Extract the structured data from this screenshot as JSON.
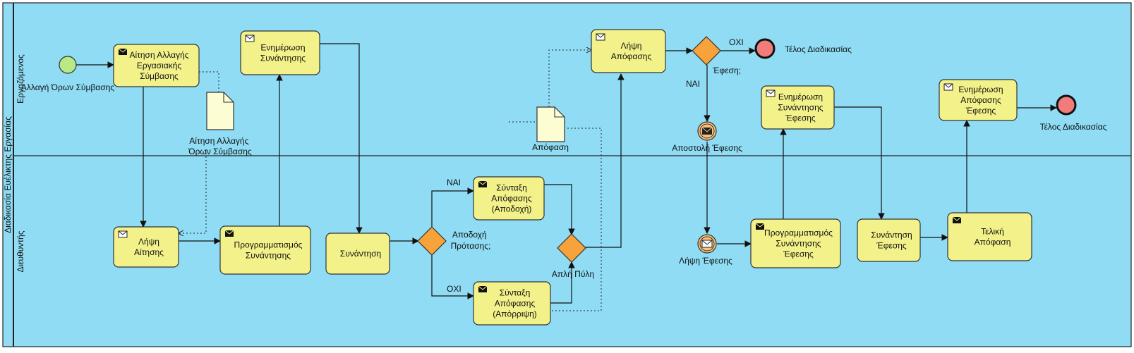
{
  "pool": {
    "name": "Διαδικασία Ευέλικτης Εργασίας",
    "lanes": {
      "employee": "Εργαζόμενος",
      "manager": "Διευθυντής"
    }
  },
  "events": {
    "start": "Αλλαγή Όρων Σύμβασης",
    "end_top": "Τέλος Διαδικασίας",
    "end_right": "Τέλος Διαδικασίας",
    "send_appeal": "Αποστολή Έφεσης",
    "receive_appeal": "Λήψη Έφεσης"
  },
  "tasks": {
    "request_change": [
      "Αίτηση Αλλαγής",
      "Εργασιακής",
      "Σύμβασης"
    ],
    "inform_meeting": [
      "Ενημέρωση",
      "Συνάντησης"
    ],
    "receive_decision": [
      "Λήψη",
      "Απόφασης"
    ],
    "inform_appeal_meeting": [
      "Ενημέρωση",
      "Συνάντησης",
      "Έφεσης"
    ],
    "inform_appeal_decision": [
      "Ενημέρωση",
      "Απόφασης",
      "Έφεσης"
    ],
    "receive_request": [
      "Λήψη",
      "Αίτησης"
    ],
    "schedule_meeting": [
      "Προγραμματισμός",
      "Συνάντησης"
    ],
    "meeting": [
      "Συνάντηση"
    ],
    "decision_accept": [
      "Σύνταξη",
      "Απόφασης",
      "(Αποδοχή)"
    ],
    "decision_reject": [
      "Σύνταξη",
      "Απόφασης",
      "(Απόρριψη)"
    ],
    "schedule_appeal_meeting": [
      "Προγραμματισμός",
      "Συνάντησης",
      "Έφεσης"
    ],
    "appeal_meeting": [
      "Συνάντηση",
      "Έφεσης"
    ],
    "final_decision": [
      "Τελική",
      "Απόφαση"
    ]
  },
  "gateways": {
    "accept_proposal": [
      "Αποδοχή",
      "Πρότασης;"
    ],
    "simple_gate": "Απλή Πύλη",
    "appeal": "Έφεση;"
  },
  "documents": {
    "change_request": [
      "Αίτηση Αλλαγής",
      "Όρων Σύμβασης"
    ],
    "decision": "Απόφαση"
  },
  "flow_labels": {
    "yes_accept": "ΝΑΙ",
    "no_accept": "ΟΧΙ",
    "no_appeal": "ΟΧΙ",
    "yes_appeal": "ΝΑΙ"
  },
  "colors": {
    "pool_background": "#8fdcf4",
    "task_fill": "#f3f28a",
    "gateway_fill": "#f7a23a",
    "start_fill": "#b8e986",
    "end_fill": "#f07c7c",
    "document_fill": "#fdfdd4",
    "intermediate_fill": "#f9c27a"
  }
}
